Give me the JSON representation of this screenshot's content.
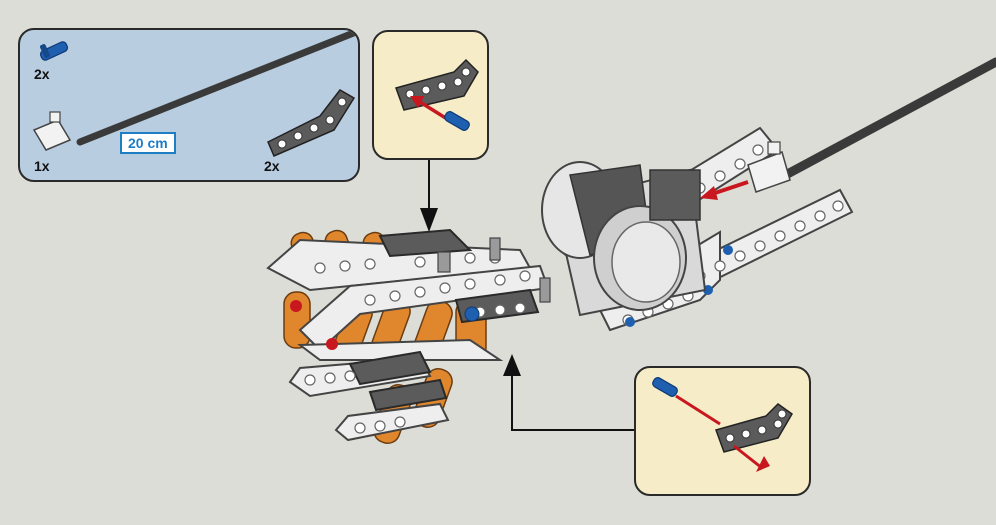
{
  "parts_panel": {
    "pin_qty": "2x",
    "plug_qty": "1x",
    "cable_length": "20 cm",
    "beam_qty": "2x"
  },
  "colors": {
    "background": "#dcddd6",
    "parts_panel": "#b9cde1",
    "callout": "#f6ecc8",
    "pin_blue": "#1f5fb0",
    "arrow_red": "#c8171f",
    "length_tag": "#1e7dc3",
    "orange_part": "#e0872e",
    "grey_part": "#5b5b5b",
    "white_part": "#eeeeee"
  },
  "icons": [
    "blue-pin-icon",
    "cable-plug-icon",
    "black-cable-icon",
    "bent-beam-icon",
    "motor-icon",
    "red-arrow-icon"
  ]
}
